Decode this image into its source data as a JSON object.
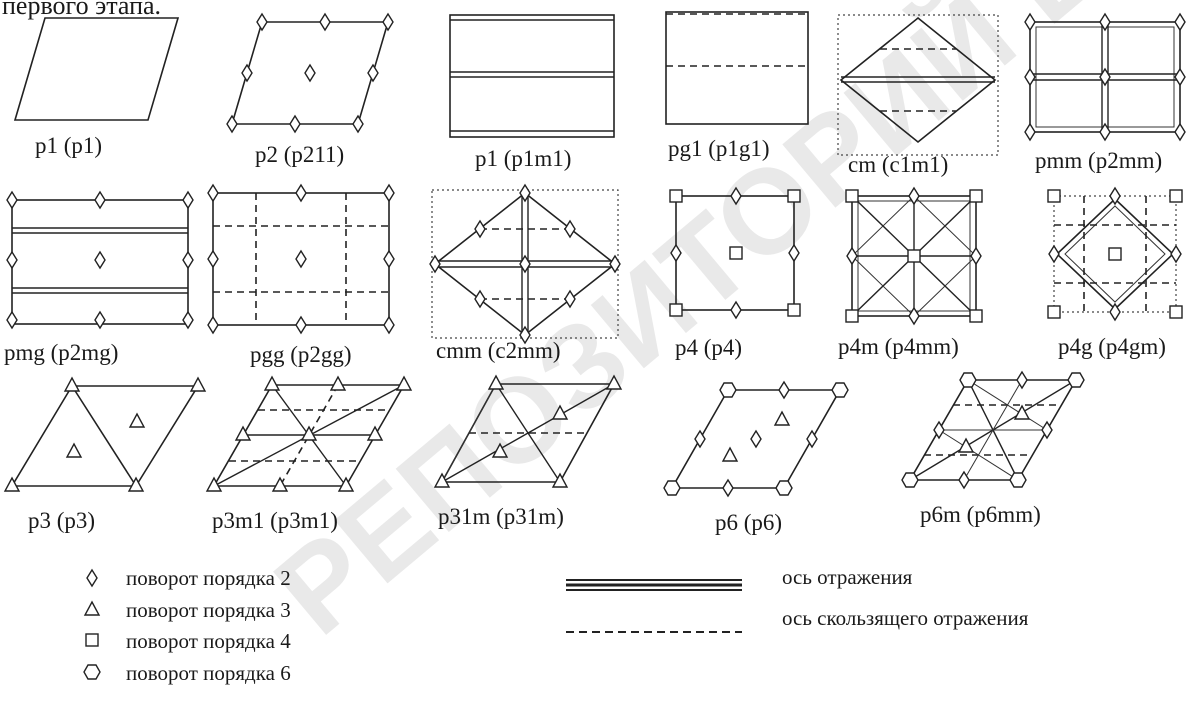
{
  "header_fragment": "первого этапа.",
  "watermark": "РЕПОЗИТОРИЙ БГУ",
  "row1": [
    "p1 (p1)",
    "p2 (p211)",
    "p1 (p1m1)",
    "pg1 (p1g1)",
    "cm (c1m1)",
    "pmm (p2mm)"
  ],
  "row2": [
    "pmg (p2mg)",
    "pgg (p2gg)",
    "cmm (c2mm)",
    "p4 (p4)",
    "p4m (p4mm)",
    "p4g (p4gm)"
  ],
  "row3": [
    "p3 (p3)",
    "p3m1 (p3m1)",
    "p31m (p31m)",
    "p6 (p6)",
    "p6m (p6mm)"
  ],
  "legend": {
    "rot2": "поворот порядка 2",
    "rot3": "поворот порядка 3",
    "rot4": "поворот порядка 4",
    "rot6": "поворот порядка 6",
    "mirror": "ось отражения",
    "glide": "ось скользящего отражения"
  }
}
